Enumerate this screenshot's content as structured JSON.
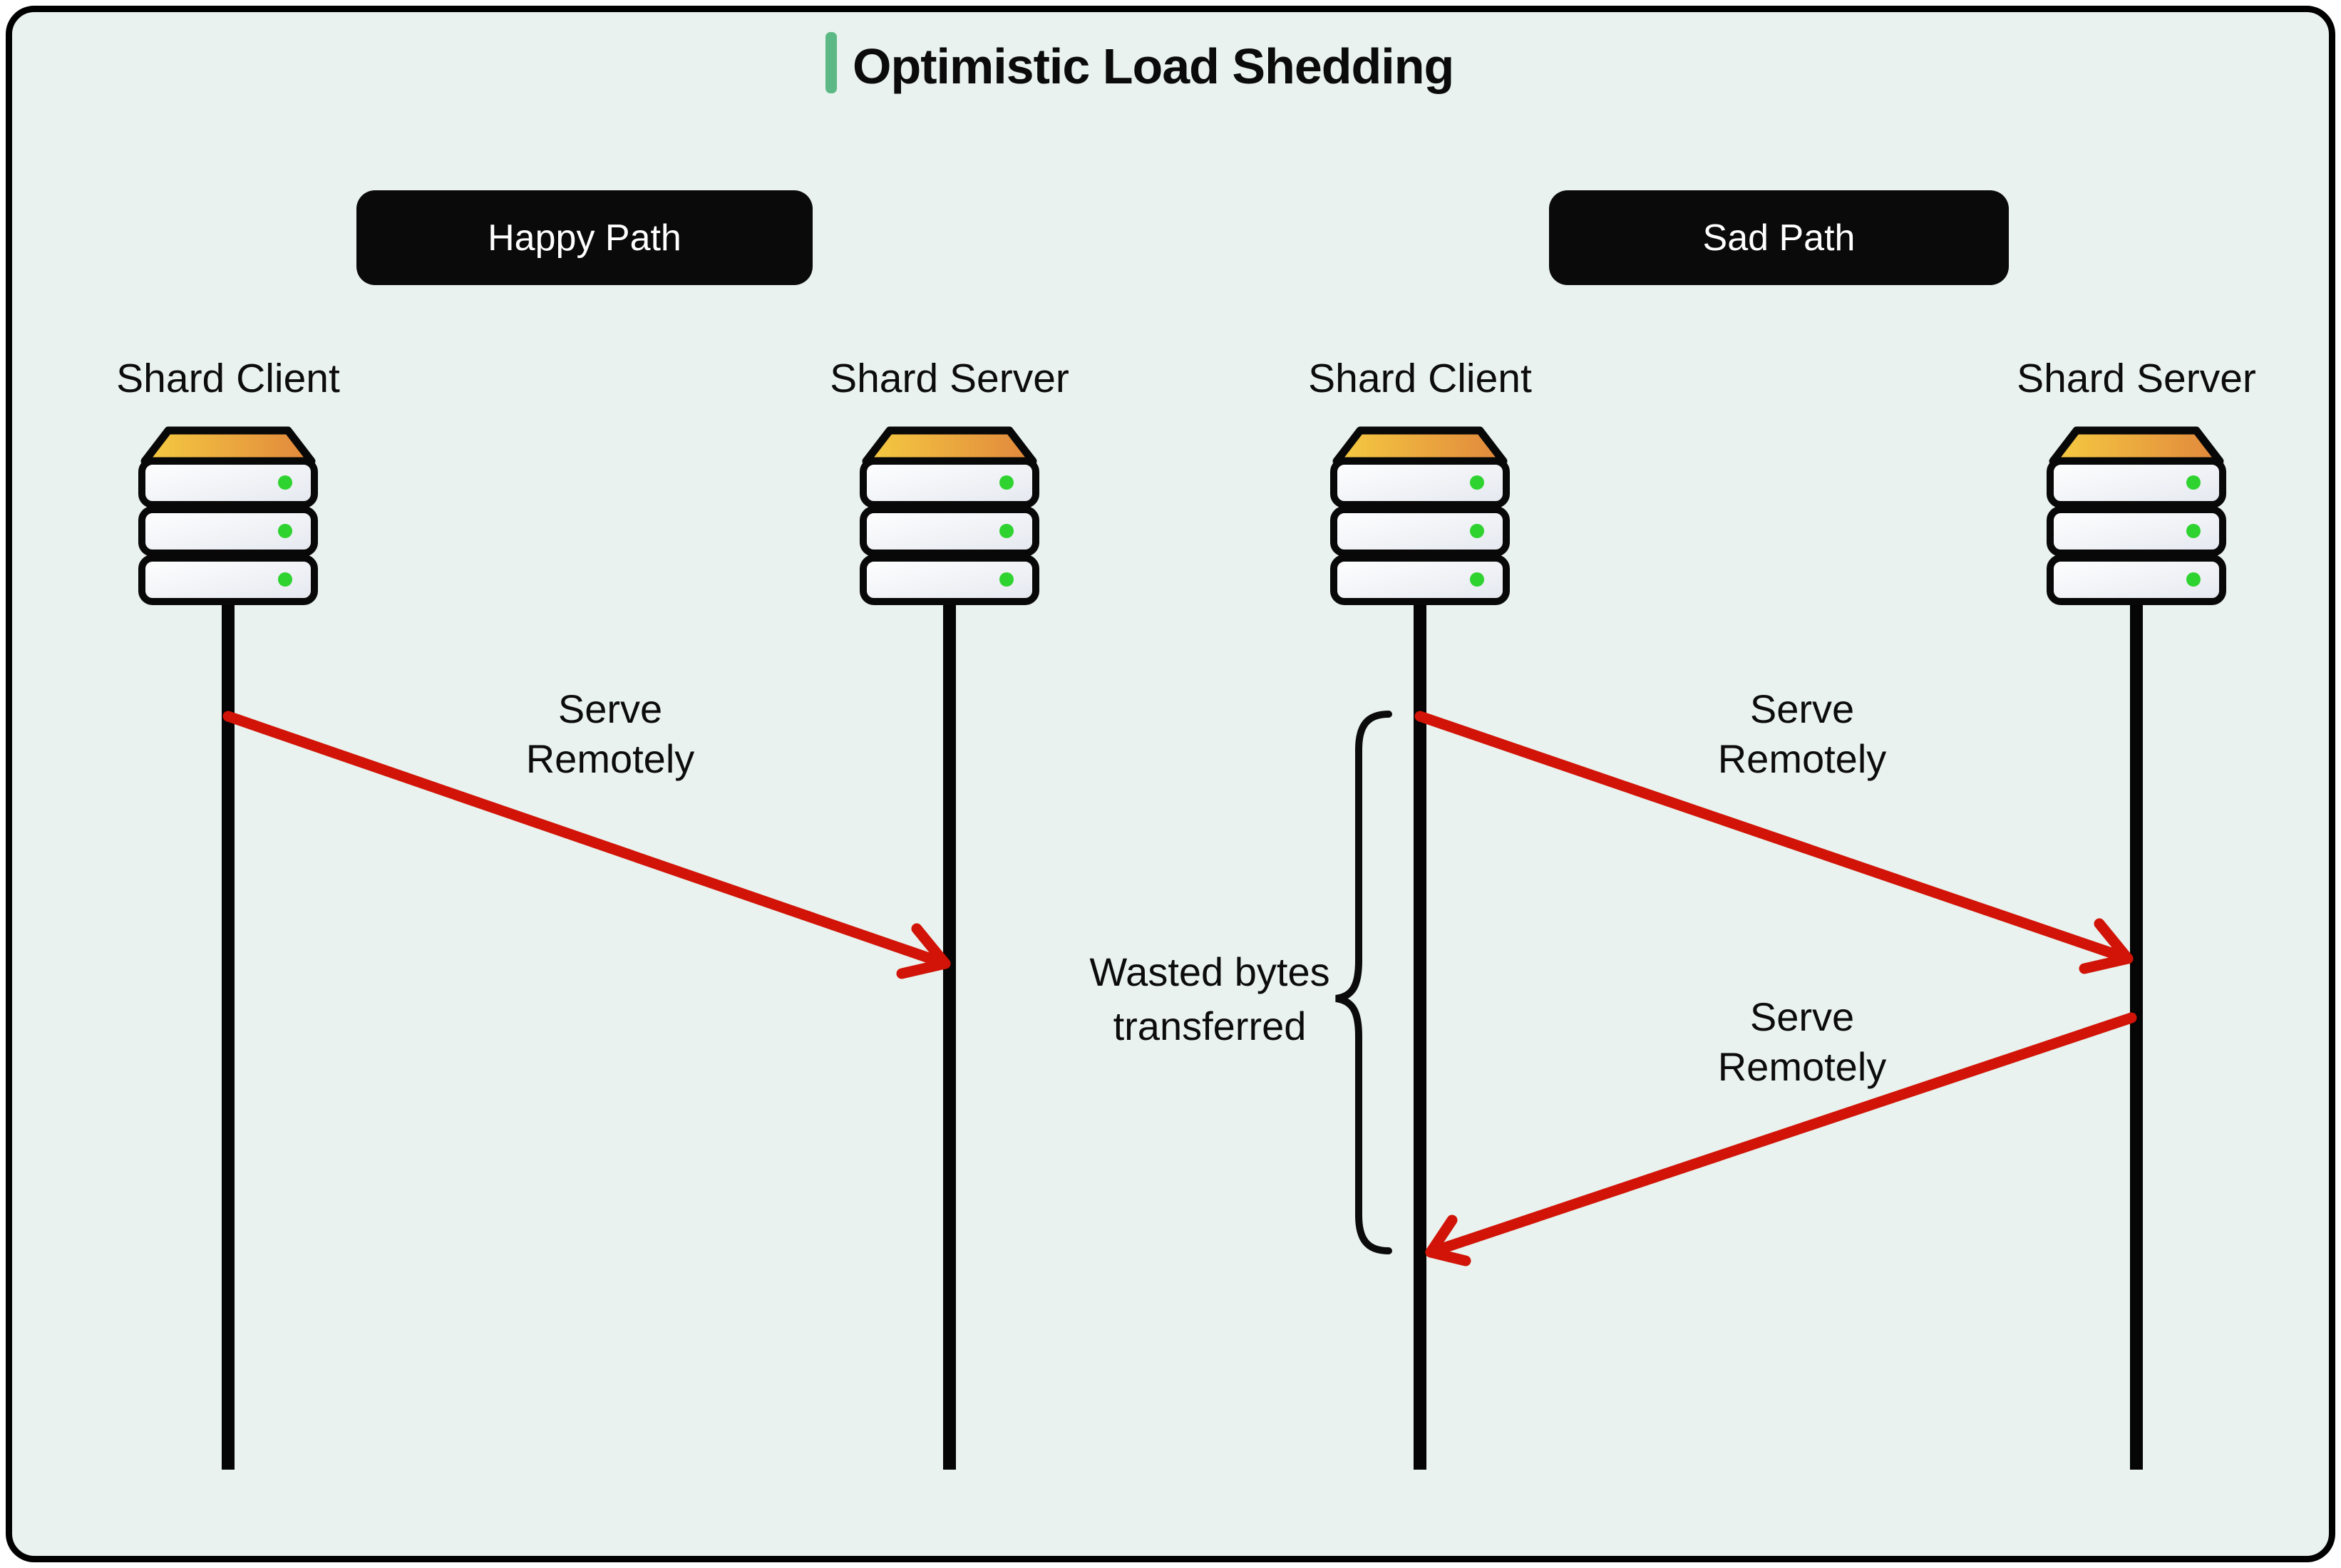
{
  "title": "Optimistic Load Shedding",
  "sections": {
    "happy": {
      "badge": "Happy Path",
      "client_label": "Shard Client",
      "server_label": "Shard Server",
      "arrows": [
        {
          "from": "client",
          "to": "server",
          "label_lines": [
            "Serve",
            "Remotely"
          ]
        }
      ]
    },
    "sad": {
      "badge": "Sad Path",
      "client_label": "Shard Client",
      "server_label": "Shard Server",
      "arrows": [
        {
          "from": "client",
          "to": "server",
          "label_lines": [
            "Serve",
            "Remotely"
          ]
        },
        {
          "from": "server",
          "to": "client",
          "label_lines": [
            "Serve",
            "Remotely"
          ]
        }
      ],
      "annotation_lines": [
        "Wasted bytes",
        "transferred"
      ]
    }
  },
  "colors": {
    "canvas_background": "#e9f2ee",
    "frame_border": "#000000",
    "badge_background": "#0a0a0a",
    "badge_text": "#ffffff",
    "text": "#0c0c0c",
    "arrow_red": "#d11407",
    "accent_green_bar": "#5cb985",
    "lifeline_black": "#050505",
    "server_top_gradient_left": "#f5cb41",
    "server_top_gradient_right": "#e1873c",
    "server_row_gradient_start": "#ffffff",
    "server_row_gradient_end": "#e4e8ef",
    "status_dot_green": "#2fd330"
  }
}
